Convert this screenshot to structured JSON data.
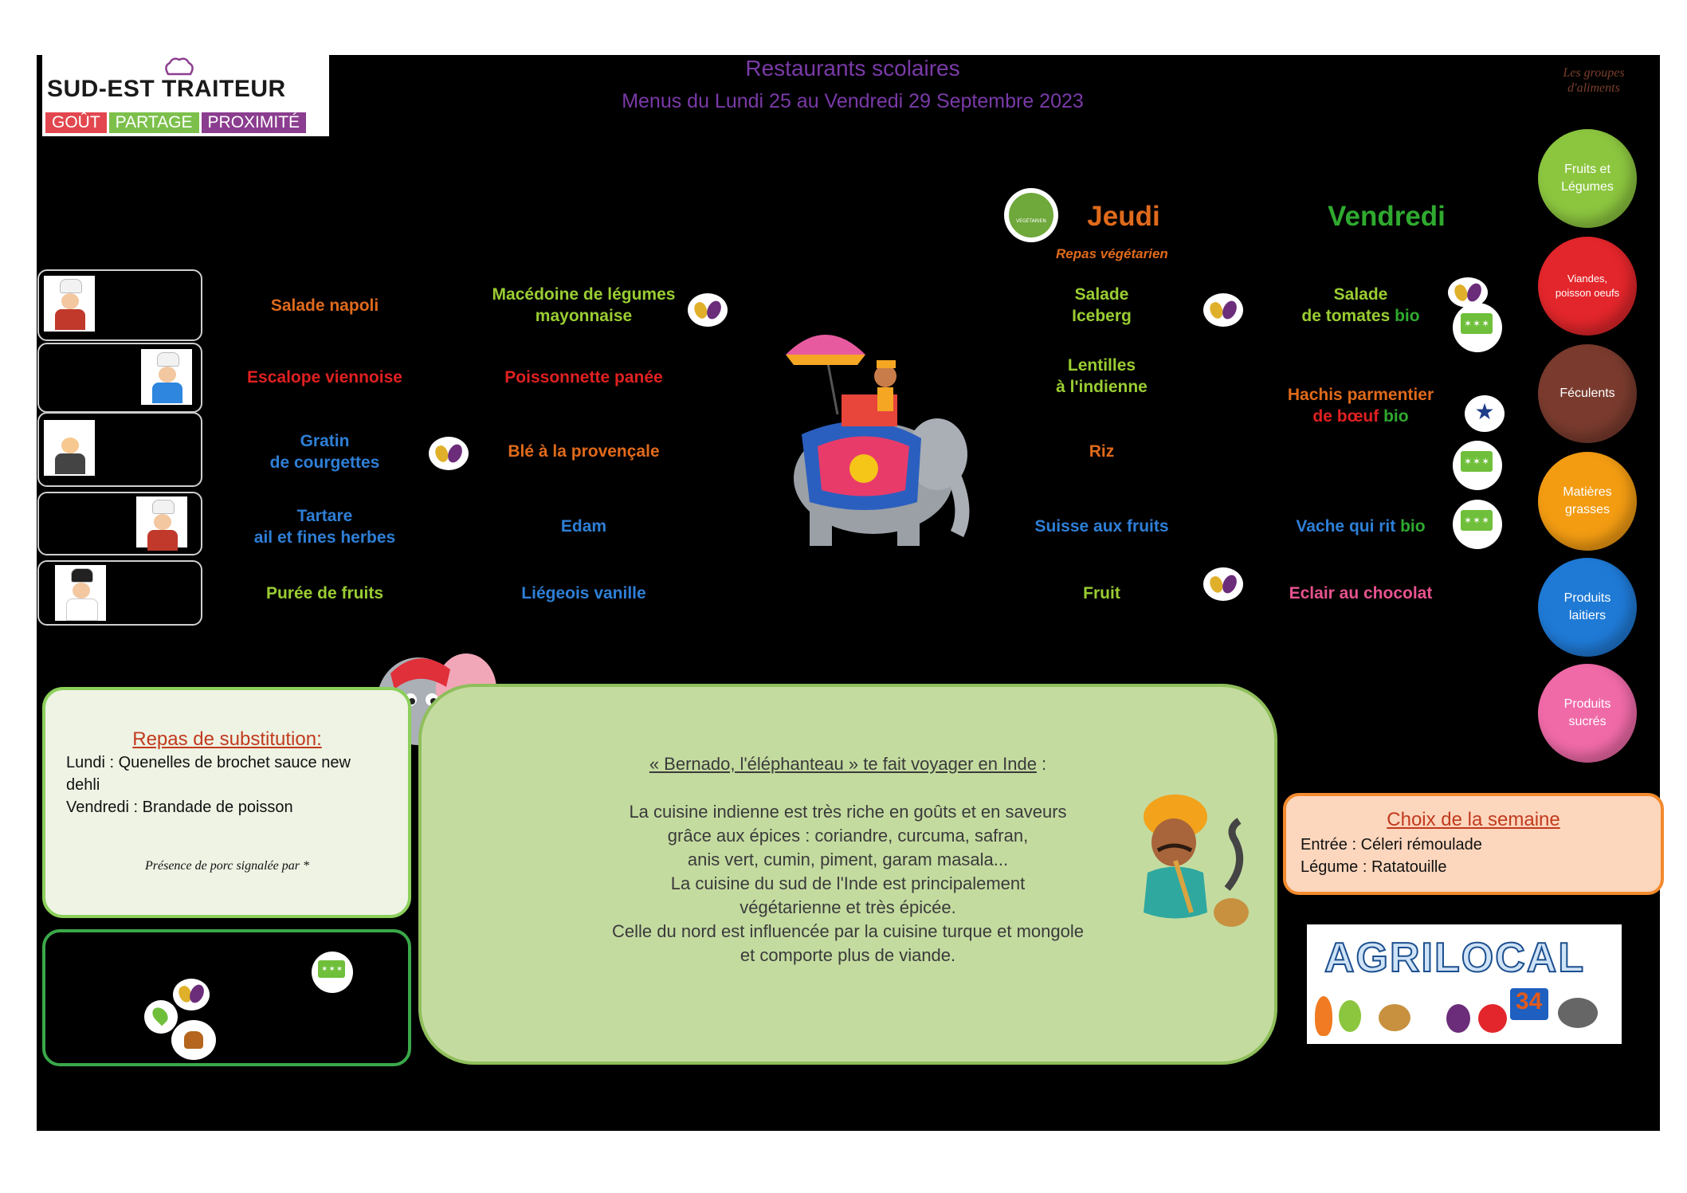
{
  "logo": {
    "name": "SUD-EST TRAITEUR",
    "tags": [
      {
        "label": "GOÛT",
        "color": "#e2474f"
      },
      {
        "label": "PARTAGE",
        "color": "#7cc04b"
      },
      {
        "label": "PROXIMITÉ",
        "color": "#8b3d8f"
      }
    ]
  },
  "header": {
    "title": "Restaurants scolaires",
    "subtitle": "Menus du Lundi 25 au Vendredi 29 Septembre 2023",
    "groups_title": "Les groupes d'aliments"
  },
  "days": {
    "jeudi": {
      "label": "Jeudi",
      "note": "Repas végétarien",
      "color": "#e06a1b"
    },
    "vendredi": {
      "label": "Vendredi",
      "color": "#2faa2f"
    }
  },
  "menu": {
    "lundi": [
      {
        "text": "Salade napoli",
        "color": "#e06a1b"
      },
      {
        "text": "Escalope viennoise",
        "color": "#e02020"
      },
      {
        "line1": "Gratin",
        "line2": "de courgettes",
        "color": "#2e7fd6"
      },
      {
        "line1": "Tartare",
        "line2": "ail et fines herbes",
        "color": "#2e7fd6"
      },
      {
        "text": "Purée de fruits",
        "color": "#9acd32"
      }
    ],
    "mardi": [
      {
        "line1": "Macédoine de légumes",
        "line2": "mayonnaise",
        "color": "#9acd32"
      },
      {
        "text": "Poissonnette panée",
        "color": "#e02020"
      },
      {
        "text": "Blé à la provençale",
        "color": "#e06a1b"
      },
      {
        "text": "Edam",
        "color": "#2e7fd6"
      },
      {
        "text": "Liégeois vanille",
        "color": "#2e7fd6"
      }
    ],
    "jeudi": [
      {
        "line1": "Salade",
        "line2": "Iceberg",
        "color": "#9acd32"
      },
      {
        "line1": "Lentilles",
        "line2": "à l'indienne",
        "color": "#9acd32"
      },
      {
        "text": "Riz",
        "color": "#e06a1b"
      },
      {
        "text": "Suisse aux fruits",
        "color": "#2e7fd6"
      },
      {
        "text": "Fruit",
        "color": "#9acd32"
      }
    ],
    "vendredi": [
      {
        "line1": "Salade",
        "line2a": "de tomates ",
        "line2b": "bio",
        "color": "#9acd32",
        "bio_color": "#2faa2f"
      },
      {
        "line1": "Hachis parmentier",
        "line2a": "de bœuf ",
        "line2b": "bio",
        "color": "#e06a1b",
        "color2": "#e02020",
        "bio_color": "#2faa2f"
      },
      {
        "texta": "Vache qui rit ",
        "textb": "bio",
        "color": "#2e7fd6",
        "bio_color": "#2faa2f"
      },
      {
        "text": "Eclair au chocolat",
        "color": "#e8538f"
      }
    ]
  },
  "food_groups": [
    {
      "label": "Fruits et Légumes",
      "color": "#8cc63f"
    },
    {
      "label": "Viandes, poisson oeufs",
      "color": "#e3262b"
    },
    {
      "label": "Féculents",
      "color": "#7a3b2e"
    },
    {
      "label": "Matières grasses",
      "color": "#f39c12"
    },
    {
      "label": "Produits laitiers",
      "color": "#1f7ad6"
    },
    {
      "label": "Produits sucrés",
      "color": "#f06aa8"
    }
  ],
  "substitution": {
    "title": "Repas de substitution:",
    "lundi_a": "Lundi : Quenelles de brochet sauce new",
    "lundi_b": "dehli",
    "vendredi": "Vendredi : Brandade de poisson",
    "porc": "Présence de porc signalée par *"
  },
  "info": {
    "title": "« Bernado, l'éléphanteau » te fait voyager en Inde",
    "title_suffix": " :",
    "lines": [
      "La cuisine indienne est très riche en goûts et en saveurs",
      "grâce aux épices : coriandre, curcuma, safran,",
      "anis vert, cumin, piment, garam masala...",
      "La cuisine du sud de l'Inde est principalement",
      "végétarienne et très épicée.",
      "Celle du nord est influencée par la cuisine turque et mongole",
      "et comporte plus de viande."
    ]
  },
  "choice": {
    "title": "Choix de la semaine",
    "entree": "Entrée : Céleri rémoulade",
    "legume": "Légume : Ratatouille"
  },
  "agrilocal": {
    "word": "AGRILOCAL",
    "num": "34"
  },
  "veg_badge": {
    "label": "VÉGÉTARIEN"
  }
}
